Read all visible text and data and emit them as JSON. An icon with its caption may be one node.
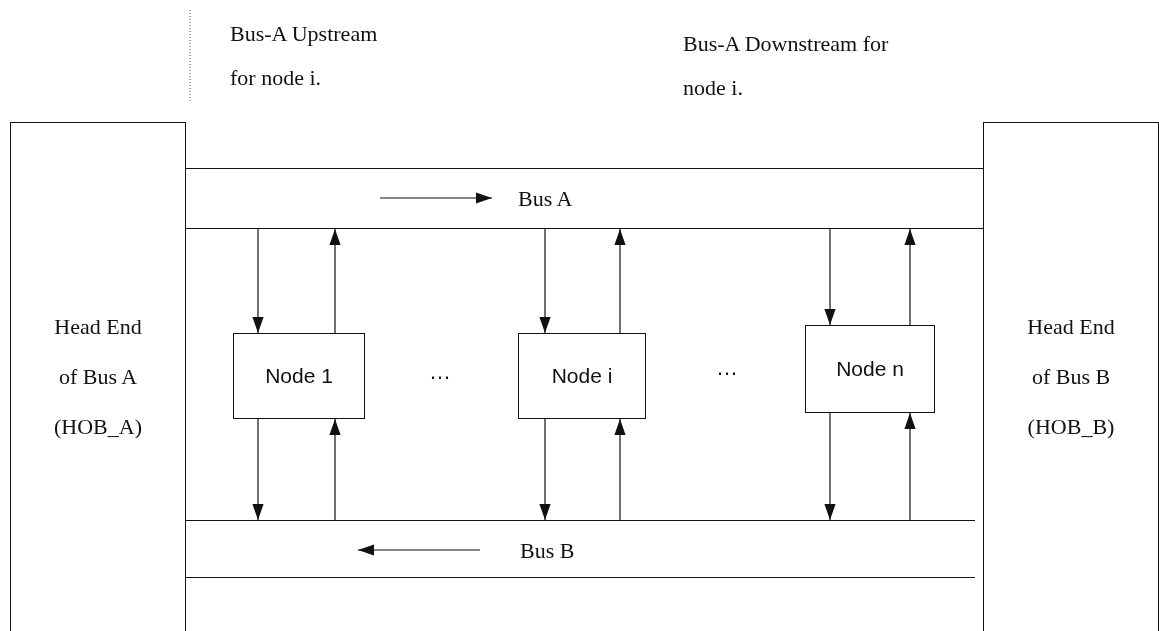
{
  "diagram": {
    "nodes": [
      {
        "text": [
          "Head End of Bus A (HOB_A)"
        ]
      },
      {
        "text": [
          "Head End of Bus B (HOB_B)"
        ]
      },
      {
        "text": [
          "Bus A"
        ]
      },
      {
        "text": [
          "Bus B"
        ]
      },
      {
        "text": [
          "Node 1"
        ]
      },
      {
        "text": [
          "Node i"
        ]
      },
      {
        "text": [
          "Node n"
        ]
      }
    ],
    "edges": [
      {
        "from": 2,
        "to": 4,
        "arrow": "to"
      },
      {
        "from": 4,
        "to": 2,
        "arrow": "to"
      },
      {
        "from": 2,
        "to": 5,
        "arrow": "to"
      },
      {
        "from": 5,
        "to": 2,
        "arrow": "to"
      },
      {
        "from": 2,
        "to": 6,
        "arrow": "to"
      },
      {
        "from": 6,
        "to": 2,
        "arrow": "to"
      },
      {
        "from": 4,
        "to": 3,
        "arrow": "to"
      },
      {
        "from": 3,
        "to": 4,
        "arrow": "to"
      },
      {
        "from": 5,
        "to": 3,
        "arrow": "to"
      },
      {
        "from": 3,
        "to": 5,
        "arrow": "to"
      },
      {
        "from": 6,
        "to": 3,
        "arrow": "to"
      },
      {
        "from": 3,
        "to": 6,
        "arrow": "to"
      }
    ],
    "labels": [
      "Bus-A Upstream for node i.",
      "Bus-A Downstream for node i.",
      "…",
      "…"
    ]
  }
}
